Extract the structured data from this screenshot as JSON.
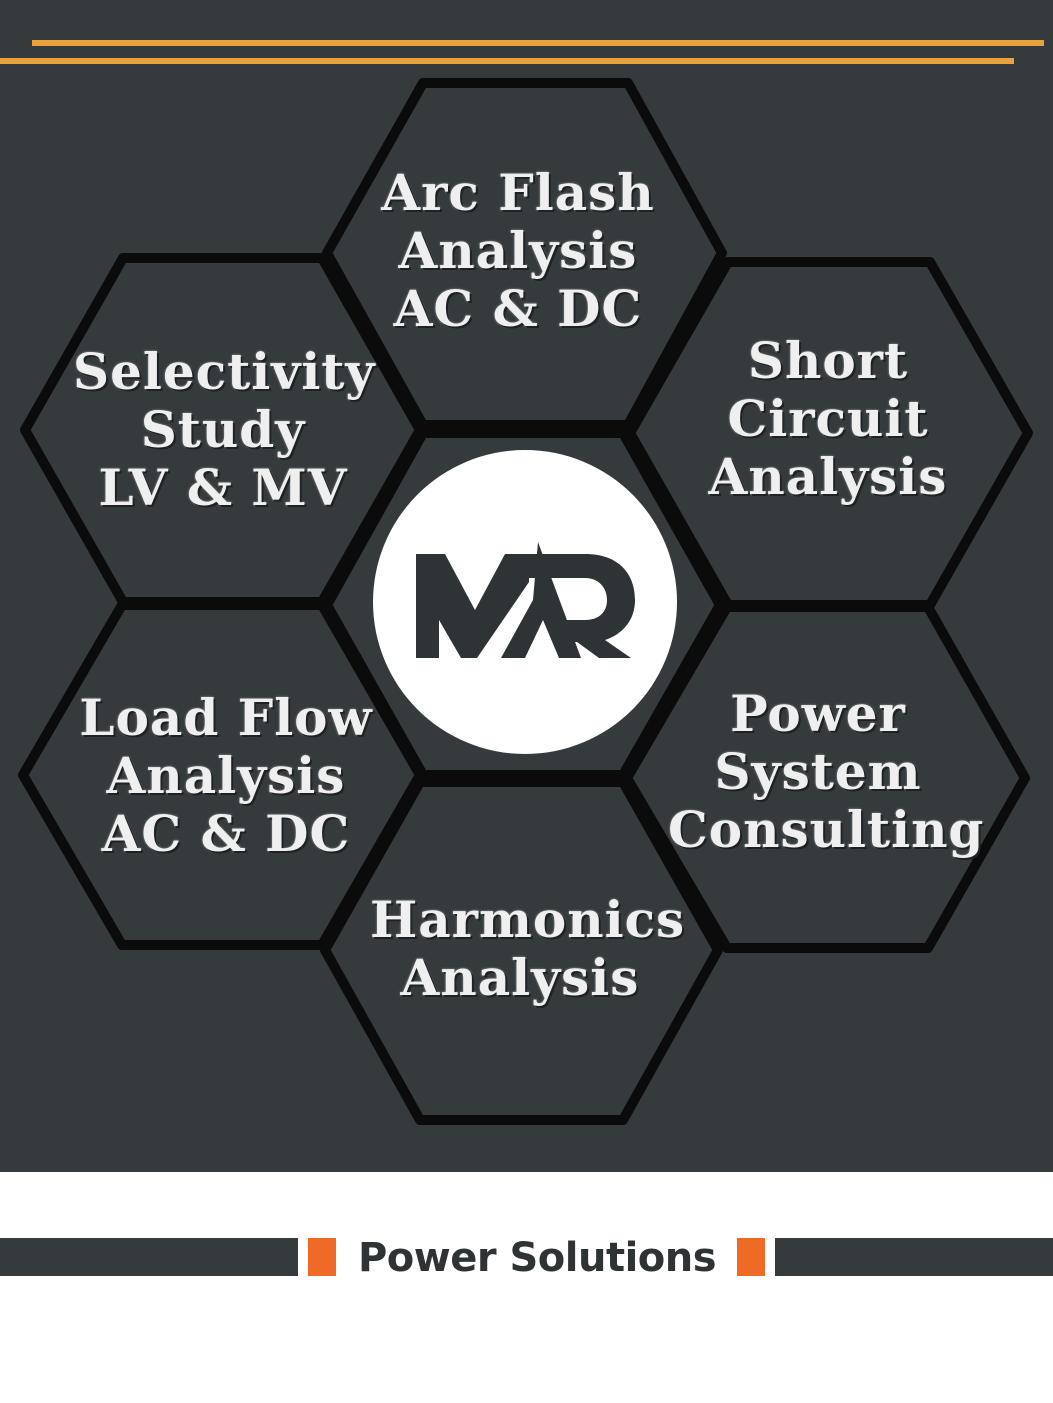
{
  "colors": {
    "background": "#353b3d",
    "accent_line": "#e9a13a",
    "hex_outline": "#0b0b0b",
    "hex_text": "#efefef",
    "logo_circle": "#ffffff",
    "logo_mark": "#2e3436",
    "footer_square": "#ee6a26",
    "footer_text": "#2e3436"
  },
  "logo": {
    "text": "MR",
    "icon": "lightning-bolt-icon"
  },
  "services": {
    "arc_flash": {
      "lines": [
        "Arc Flash",
        "Analysis",
        "AC & DC"
      ]
    },
    "selectivity": {
      "lines": [
        "Selectivity",
        "Study",
        "LV & MV"
      ]
    },
    "short_circuit": {
      "lines": [
        "Short",
        "Circuit",
        "Analysis"
      ]
    },
    "load_flow": {
      "lines": [
        "Load Flow",
        "Analysis",
        "AC & DC"
      ]
    },
    "power_system": {
      "lines": [
        "Power",
        "System",
        "Consulting"
      ]
    },
    "harmonics": {
      "lines": [
        "Harmonics",
        "Analysis"
      ]
    }
  },
  "footer": {
    "title": "Power Solutions"
  }
}
